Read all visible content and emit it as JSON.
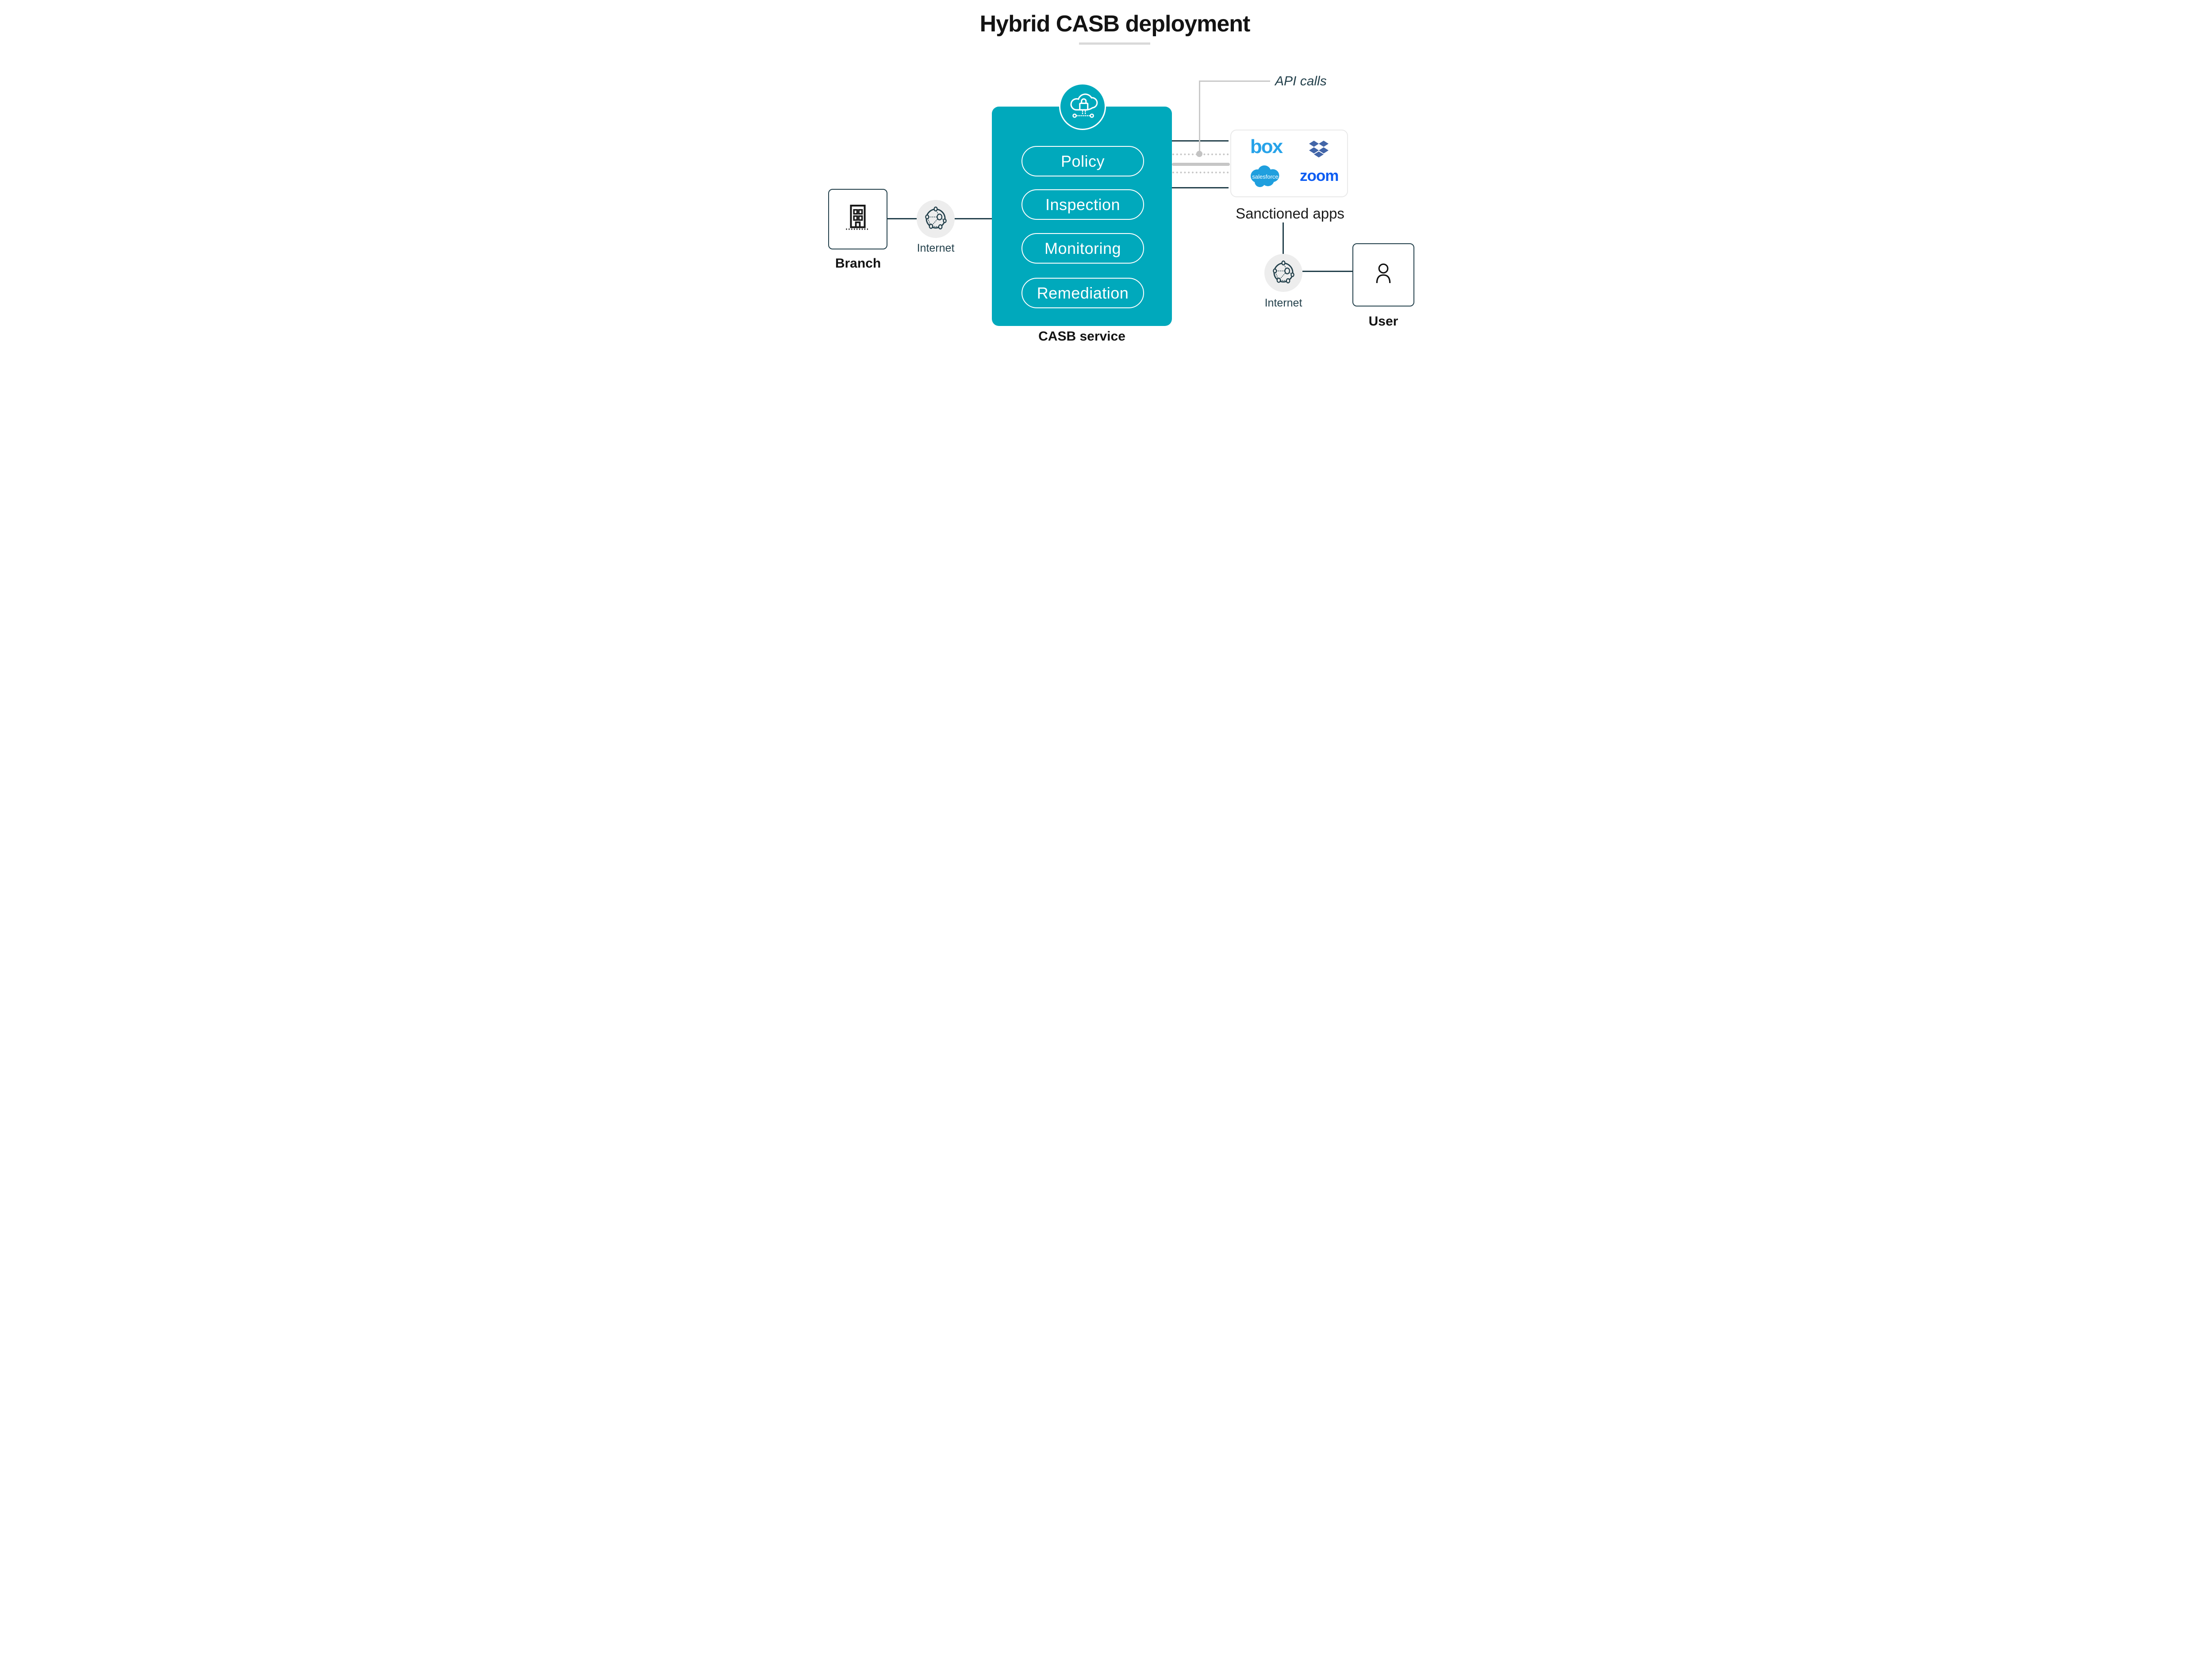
{
  "title": {
    "text": "Hybrid CASB deployment"
  },
  "casb": {
    "label": "CASB service",
    "pills": [
      "Policy",
      "Inspection",
      "Monitoring",
      "Remediation"
    ]
  },
  "branch": {
    "label": "Branch",
    "internet_label": "Internet"
  },
  "api": {
    "label": "API calls"
  },
  "apps": {
    "caption": "Sanctioned apps",
    "logos": {
      "box": "box",
      "dropbox": "dropbox",
      "salesforce": "salesforce",
      "zoom": "zoom"
    }
  },
  "user": {
    "label": "User",
    "internet_label": "Internet"
  },
  "colors": {
    "teal": "#00A9BC",
    "dark_slate": "#23404B",
    "text_black": "#131313",
    "connector_gray": "#C9C9C9",
    "dotted_gray": "#C6C6C6",
    "node_circle_gray": "#EDEDED",
    "title_underline": "#D9D9D9",
    "apps_border": "#E9E9E9",
    "box_blue": "#27A3E9",
    "dropbox_blue": "#4265A8",
    "salesforce_blue": "#1F9FDE",
    "zoom_blue": "#0D5CF2"
  }
}
